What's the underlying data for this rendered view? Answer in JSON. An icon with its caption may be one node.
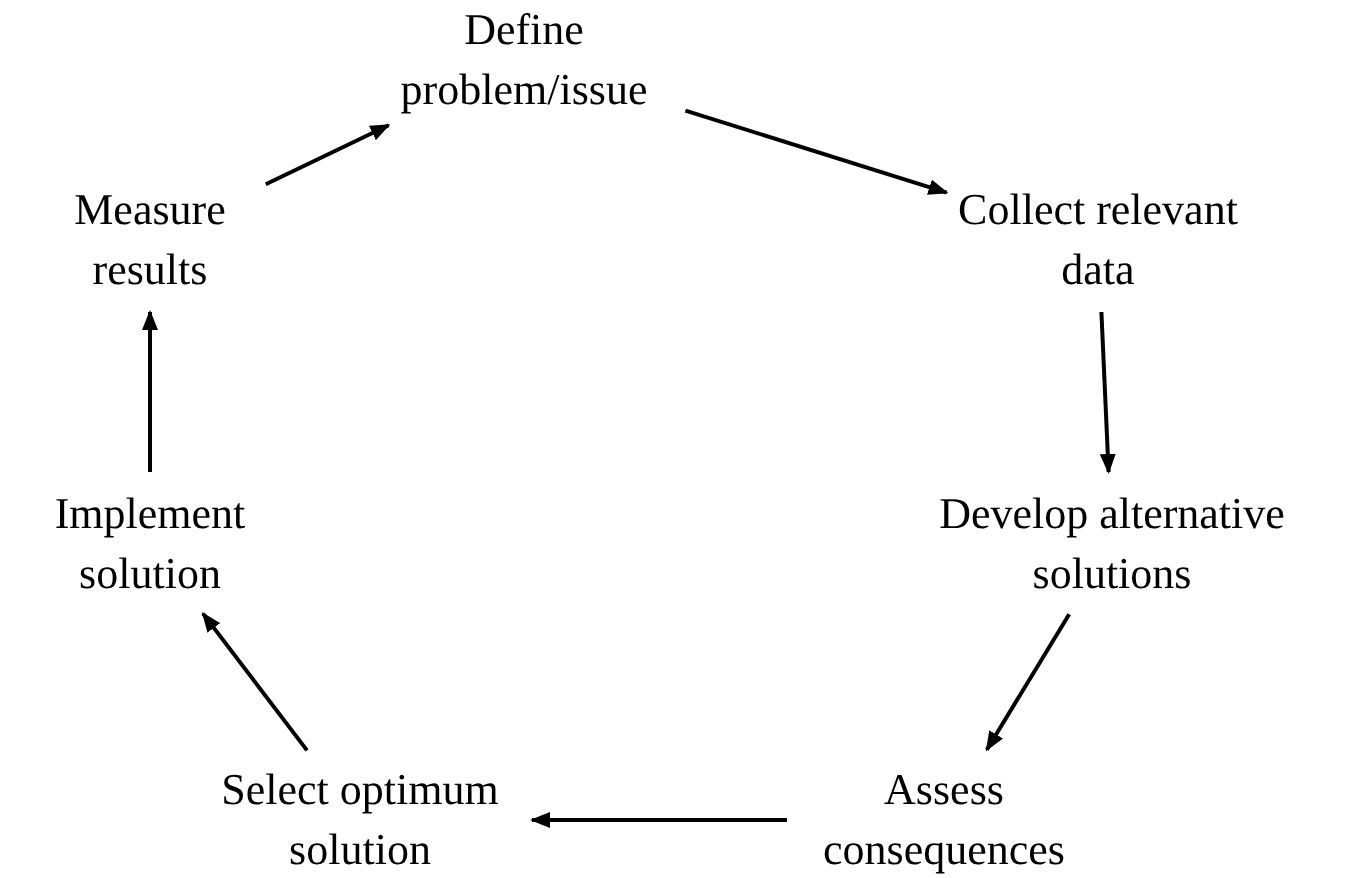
{
  "diagram": {
    "nodes": [
      {
        "text": [
          "Define problem/issue"
        ]
      },
      {
        "text": [
          "Collect relevant data"
        ]
      },
      {
        "text": [
          "Develop alternative solutions"
        ]
      },
      {
        "text": [
          "Assess consequences"
        ]
      },
      {
        "text": [
          "Select optimum solution"
        ]
      },
      {
        "text": [
          "Implement solution"
        ]
      },
      {
        "text": [
          "Measure results"
        ]
      }
    ],
    "edges": [
      {
        "from": 0,
        "to": 1,
        "arrow": "to"
      },
      {
        "from": 1,
        "to": 2,
        "arrow": "to"
      },
      {
        "from": 2,
        "to": 3,
        "arrow": "to"
      },
      {
        "from": 3,
        "to": 4,
        "arrow": "to"
      },
      {
        "from": 4,
        "to": 5,
        "arrow": "to"
      },
      {
        "from": 5,
        "to": 6,
        "arrow": "to"
      },
      {
        "from": 6,
        "to": 0,
        "arrow": "to"
      }
    ]
  }
}
